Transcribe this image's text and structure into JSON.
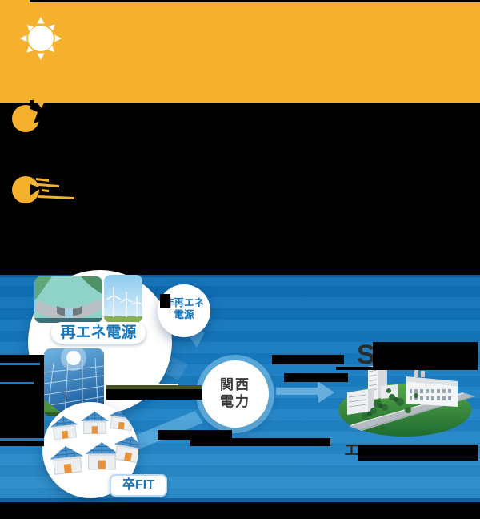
{
  "banner": {
    "color": "#F5B02E",
    "icon": "sun-icon"
  },
  "bullet_icons": [
    {
      "name": "bullet-circle-1",
      "color": "#F5B02E"
    },
    {
      "name": "bullet-circle-2",
      "color": "#F5B02E"
    }
  ],
  "diagram": {
    "colors": {
      "band_blue_top": "#0E6DB4",
      "band_blue_bottom": "#2E8FCB",
      "accent_blue": "#1574BC",
      "arrow_blue": "#6FB2DE",
      "utility_text": "#3A3A3A"
    },
    "renewable_source_label": "再エネ電源",
    "non_renewable_line1": "非再エネ",
    "non_renewable_line2": "電源",
    "utility_line1": "関西",
    "utility_line2": "電力",
    "post_fit_badge": "卒FIT",
    "partial_title_text": "S",
    "partial_caption_text": "エ"
  }
}
